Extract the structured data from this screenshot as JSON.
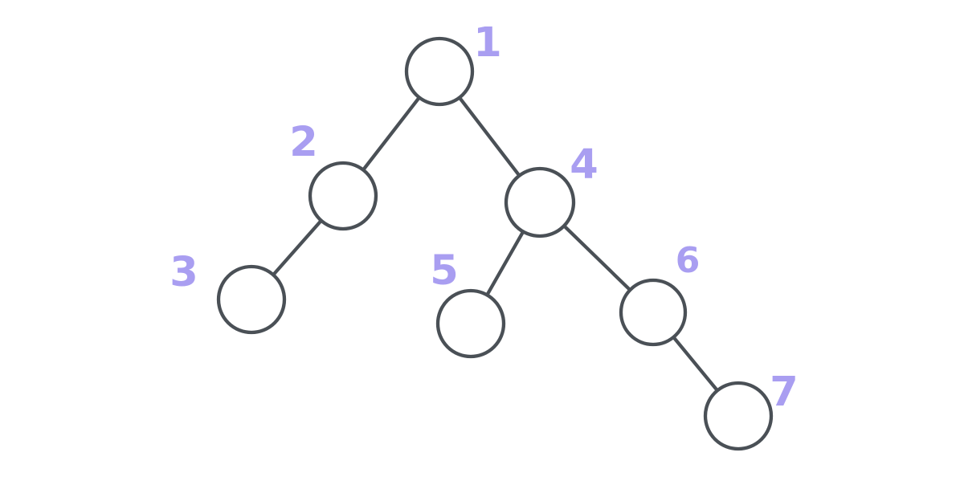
{
  "diagram": {
    "type": "binary-tree",
    "nodes": [
      {
        "label": "1",
        "parent": null,
        "side": "root"
      },
      {
        "label": "2",
        "parent": "1",
        "side": "left"
      },
      {
        "label": "3",
        "parent": "2",
        "side": "left"
      },
      {
        "label": "4",
        "parent": "1",
        "side": "right"
      },
      {
        "label": "5",
        "parent": "4",
        "side": "left"
      },
      {
        "label": "6",
        "parent": "4",
        "side": "right"
      },
      {
        "label": "7",
        "parent": "6",
        "side": "right"
      }
    ],
    "edges": [
      {
        "from": "1",
        "to": "2"
      },
      {
        "from": "1",
        "to": "4"
      },
      {
        "from": "2",
        "to": "3"
      },
      {
        "from": "4",
        "to": "5"
      },
      {
        "from": "4",
        "to": "6"
      },
      {
        "from": "6",
        "to": "7"
      }
    ]
  },
  "colors": {
    "background": "#ffffff",
    "node_stroke": "#4a5056",
    "label": "#a99ef1"
  }
}
